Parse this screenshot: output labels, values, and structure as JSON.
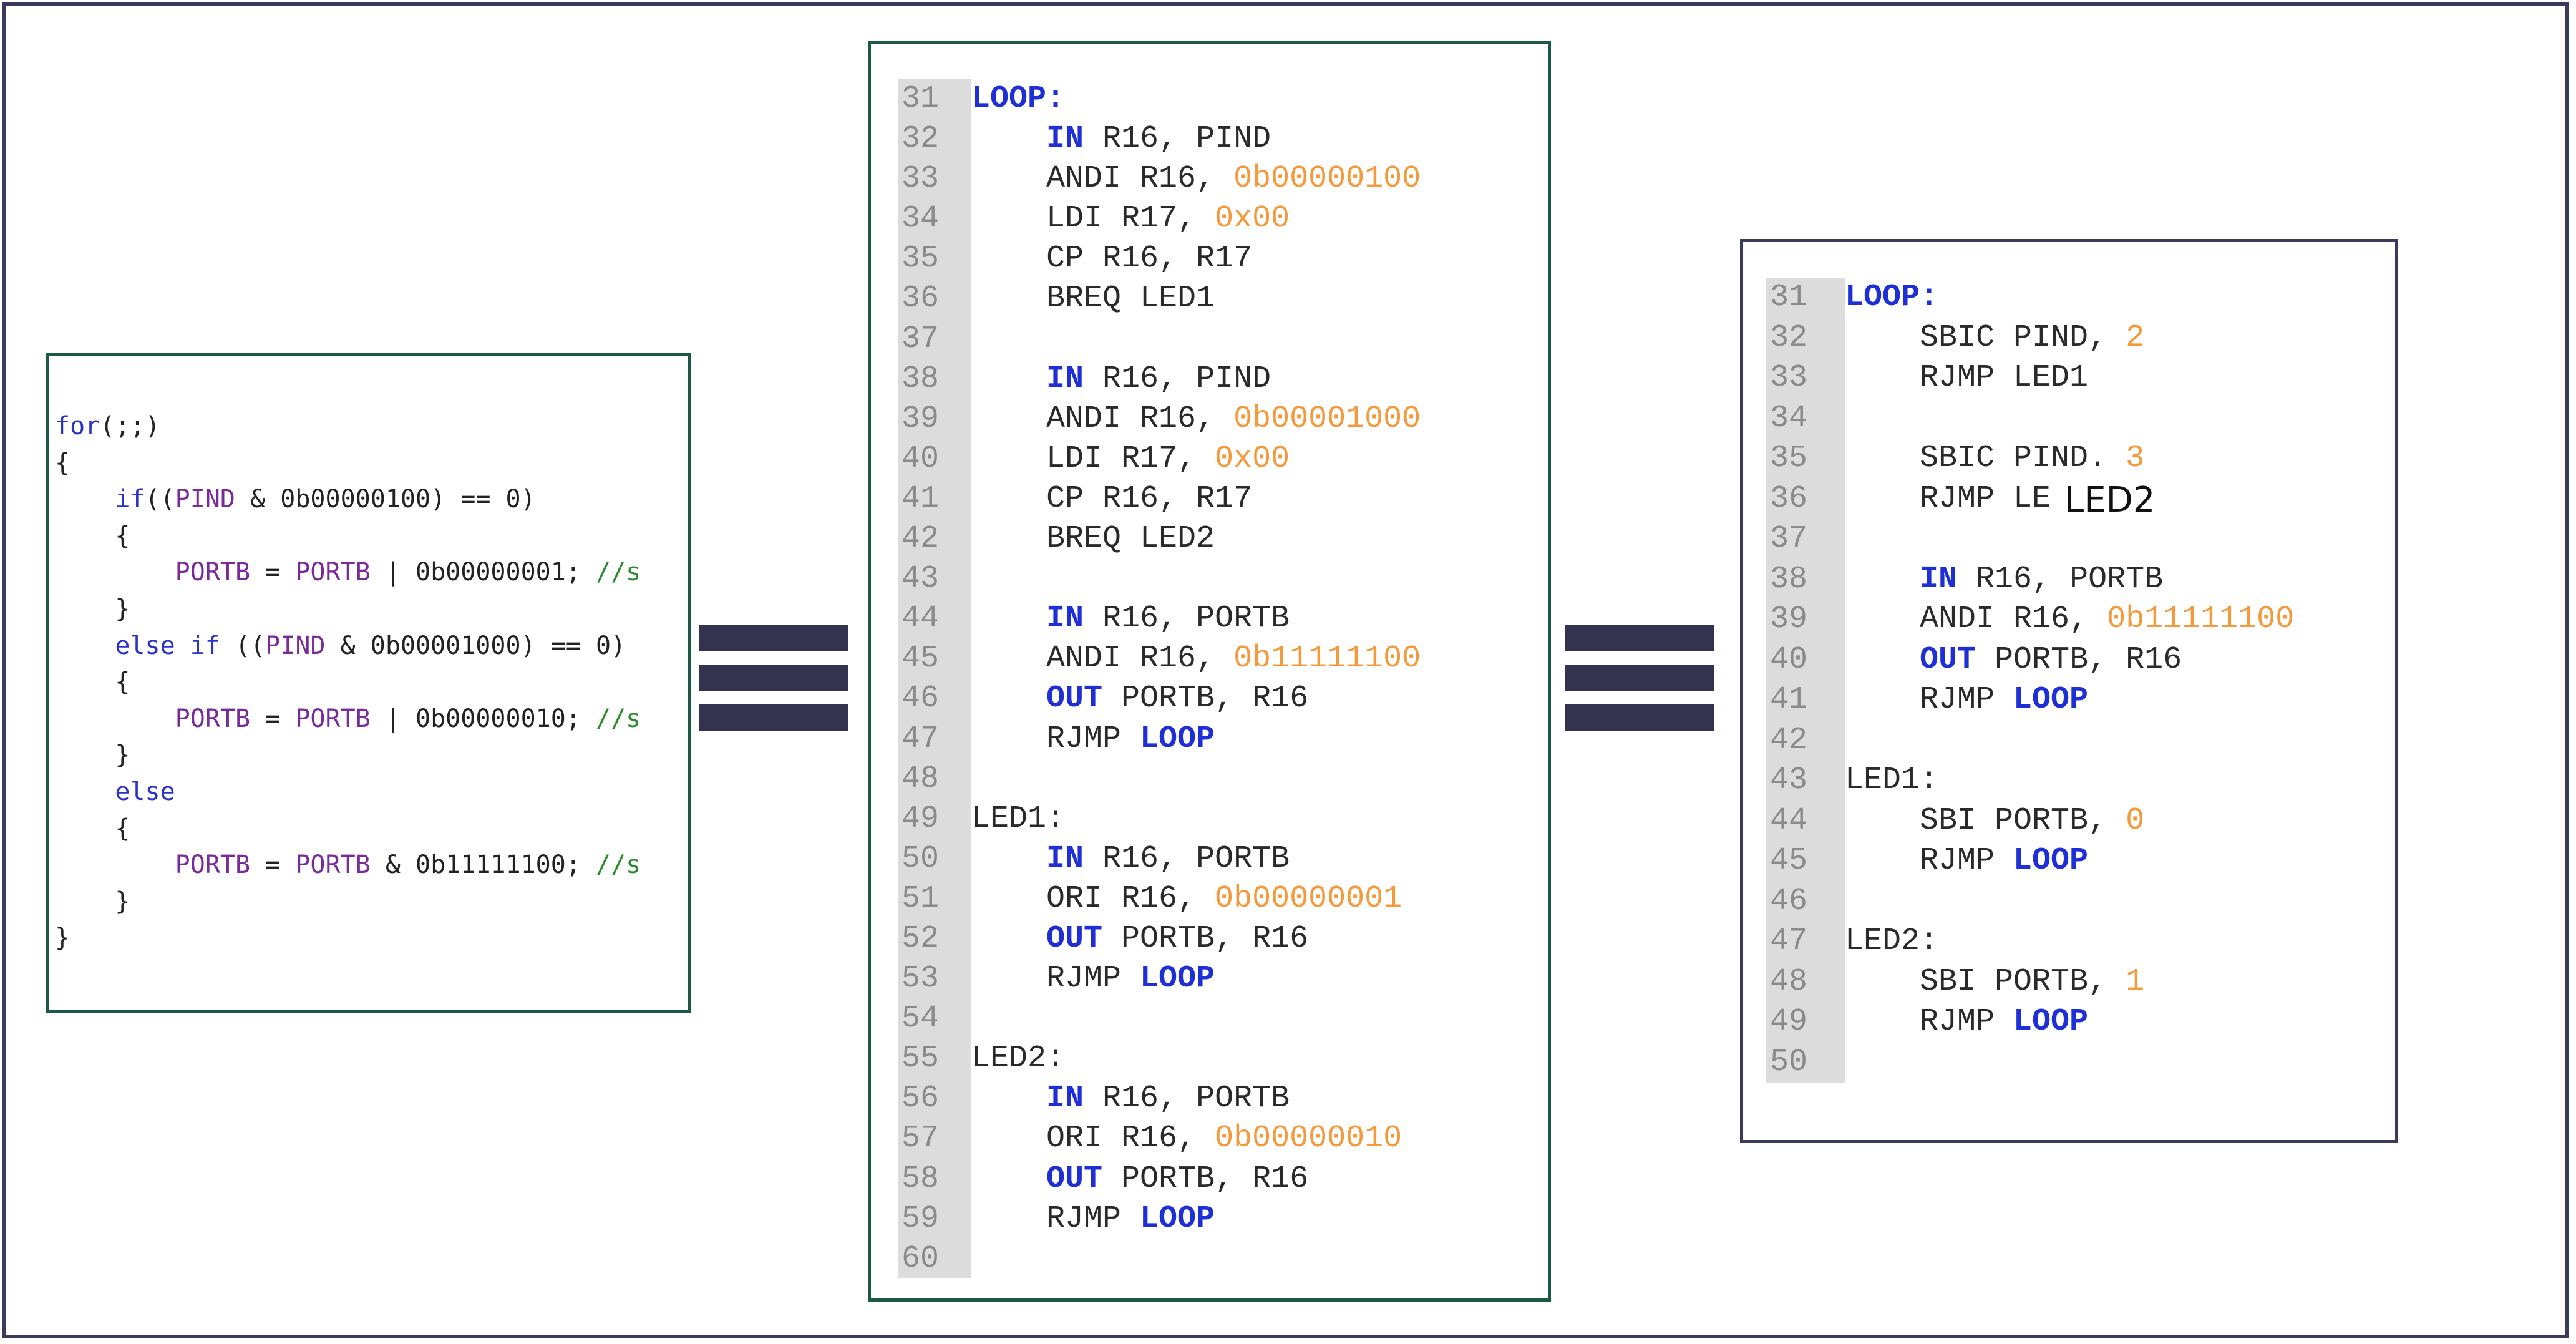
{
  "c_code": [
    [
      {
        "t": "for",
        "c": "kw"
      },
      {
        "t": "(;;)",
        "c": "pl"
      }
    ],
    [
      {
        "t": "{",
        "c": "pl"
      }
    ],
    [
      {
        "t": "    ",
        "c": "pl"
      },
      {
        "t": "if",
        "c": "kw"
      },
      {
        "t": "((",
        "c": "pl"
      },
      {
        "t": "PIND",
        "c": "id"
      },
      {
        "t": " & 0b00000100) == 0)",
        "c": "pl"
      }
    ],
    [
      {
        "t": "    {",
        "c": "pl"
      }
    ],
    [
      {
        "t": "        ",
        "c": "pl"
      },
      {
        "t": "PORTB",
        "c": "id"
      },
      {
        "t": " = ",
        "c": "pl"
      },
      {
        "t": "PORTB",
        "c": "id"
      },
      {
        "t": " | 0b00000001; ",
        "c": "pl"
      },
      {
        "t": "//s",
        "c": "cm"
      }
    ],
    [
      {
        "t": "    }",
        "c": "pl"
      }
    ],
    [
      {
        "t": "    ",
        "c": "pl"
      },
      {
        "t": "else if",
        "c": "kw"
      },
      {
        "t": " ((",
        "c": "pl"
      },
      {
        "t": "PIND",
        "c": "id"
      },
      {
        "t": " & 0b00001000) == 0)",
        "c": "pl"
      }
    ],
    [
      {
        "t": "    {",
        "c": "pl"
      }
    ],
    [
      {
        "t": "        ",
        "c": "pl"
      },
      {
        "t": "PORTB",
        "c": "id"
      },
      {
        "t": " = ",
        "c": "pl"
      },
      {
        "t": "PORTB",
        "c": "id"
      },
      {
        "t": " | 0b00000010; ",
        "c": "pl"
      },
      {
        "t": "//s",
        "c": "cm"
      }
    ],
    [
      {
        "t": "    }",
        "c": "pl"
      }
    ],
    [
      {
        "t": "    ",
        "c": "pl"
      },
      {
        "t": "else",
        "c": "kw"
      }
    ],
    [
      {
        "t": "    {",
        "c": "pl"
      }
    ],
    [
      {
        "t": "        ",
        "c": "pl"
      },
      {
        "t": "PORTB",
        "c": "id"
      },
      {
        "t": " = ",
        "c": "pl"
      },
      {
        "t": "PORTB",
        "c": "id"
      },
      {
        "t": " & 0b11111100; ",
        "c": "pl"
      },
      {
        "t": "//s",
        "c": "cm"
      }
    ],
    [
      {
        "t": "    }",
        "c": "pl"
      }
    ],
    [
      {
        "t": "}",
        "c": "pl"
      }
    ]
  ],
  "asm_mid": [
    {
      "n": "31",
      "toks": [
        {
          "t": "LOOP:",
          "c": "kw"
        }
      ]
    },
    {
      "n": "32",
      "toks": [
        {
          "t": "    ",
          "c": "pl"
        },
        {
          "t": "IN",
          "c": "kw"
        },
        {
          "t": " R16, PIND",
          "c": "pl"
        }
      ]
    },
    {
      "n": "33",
      "toks": [
        {
          "t": "    ANDI R16, ",
          "c": "pl"
        },
        {
          "t": "0b00000100",
          "c": "num"
        }
      ]
    },
    {
      "n": "34",
      "toks": [
        {
          "t": "    LDI R17, ",
          "c": "pl"
        },
        {
          "t": "0x00",
          "c": "num"
        }
      ]
    },
    {
      "n": "35",
      "toks": [
        {
          "t": "    CP R16, R17",
          "c": "pl"
        }
      ]
    },
    {
      "n": "36",
      "toks": [
        {
          "t": "    BREQ LED1",
          "c": "pl"
        }
      ]
    },
    {
      "n": "37",
      "toks": []
    },
    {
      "n": "38",
      "toks": [
        {
          "t": "    ",
          "c": "pl"
        },
        {
          "t": "IN",
          "c": "kw"
        },
        {
          "t": " R16, PIND",
          "c": "pl"
        }
      ]
    },
    {
      "n": "39",
      "toks": [
        {
          "t": "    ANDI R16, ",
          "c": "pl"
        },
        {
          "t": "0b00001000",
          "c": "num"
        }
      ]
    },
    {
      "n": "40",
      "toks": [
        {
          "t": "    LDI R17, ",
          "c": "pl"
        },
        {
          "t": "0x00",
          "c": "num"
        }
      ]
    },
    {
      "n": "41",
      "toks": [
        {
          "t": "    CP R16, R17",
          "c": "pl"
        }
      ]
    },
    {
      "n": "42",
      "toks": [
        {
          "t": "    BREQ LED2",
          "c": "pl"
        }
      ]
    },
    {
      "n": "43",
      "toks": []
    },
    {
      "n": "44",
      "toks": [
        {
          "t": "    ",
          "c": "pl"
        },
        {
          "t": "IN",
          "c": "kw"
        },
        {
          "t": " R16, PORTB",
          "c": "pl"
        }
      ]
    },
    {
      "n": "45",
      "toks": [
        {
          "t": "    ANDI R16, ",
          "c": "pl"
        },
        {
          "t": "0b11111100",
          "c": "num"
        }
      ]
    },
    {
      "n": "46",
      "toks": [
        {
          "t": "    ",
          "c": "pl"
        },
        {
          "t": "OUT",
          "c": "kw"
        },
        {
          "t": " PORTB, R16",
          "c": "pl"
        }
      ]
    },
    {
      "n": "47",
      "toks": [
        {
          "t": "    RJMP ",
          "c": "pl"
        },
        {
          "t": "LOOP",
          "c": "kw"
        }
      ]
    },
    {
      "n": "48",
      "toks": []
    },
    {
      "n": "49",
      "toks": [
        {
          "t": "LED1:",
          "c": "pl"
        }
      ]
    },
    {
      "n": "50",
      "toks": [
        {
          "t": "    ",
          "c": "pl"
        },
        {
          "t": "IN",
          "c": "kw"
        },
        {
          "t": " R16, PORTB",
          "c": "pl"
        }
      ]
    },
    {
      "n": "51",
      "toks": [
        {
          "t": "    ORI R16, ",
          "c": "pl"
        },
        {
          "t": "0b00000001",
          "c": "num"
        }
      ]
    },
    {
      "n": "52",
      "toks": [
        {
          "t": "    ",
          "c": "pl"
        },
        {
          "t": "OUT",
          "c": "kw"
        },
        {
          "t": " PORTB, R16",
          "c": "pl"
        }
      ]
    },
    {
      "n": "53",
      "toks": [
        {
          "t": "    RJMP ",
          "c": "pl"
        },
        {
          "t": "LOOP",
          "c": "kw"
        }
      ]
    },
    {
      "n": "54",
      "toks": []
    },
    {
      "n": "55",
      "toks": [
        {
          "t": "LED2:",
          "c": "pl"
        }
      ]
    },
    {
      "n": "56",
      "toks": [
        {
          "t": "    ",
          "c": "pl"
        },
        {
          "t": "IN",
          "c": "kw"
        },
        {
          "t": " R16, PORTB",
          "c": "pl"
        }
      ]
    },
    {
      "n": "57",
      "toks": [
        {
          "t": "    ORI R16, ",
          "c": "pl"
        },
        {
          "t": "0b00000010",
          "c": "num"
        }
      ]
    },
    {
      "n": "58",
      "toks": [
        {
          "t": "    ",
          "c": "pl"
        },
        {
          "t": "OUT",
          "c": "kw"
        },
        {
          "t": " PORTB, R16",
          "c": "pl"
        }
      ]
    },
    {
      "n": "59",
      "toks": [
        {
          "t": "    RJMP ",
          "c": "pl"
        },
        {
          "t": "LOOP",
          "c": "kw"
        }
      ]
    },
    {
      "n": "60",
      "toks": []
    }
  ],
  "asm_right": [
    {
      "n": "31",
      "toks": [
        {
          "t": "LOOP:",
          "c": "kw"
        }
      ]
    },
    {
      "n": "32",
      "toks": [
        {
          "t": "    SBIC PIND, ",
          "c": "pl"
        },
        {
          "t": "2",
          "c": "num"
        }
      ]
    },
    {
      "n": "33",
      "toks": [
        {
          "t": "    RJMP LED1",
          "c": "pl"
        }
      ]
    },
    {
      "n": "34",
      "toks": []
    },
    {
      "n": "35",
      "toks": [
        {
          "t": "    SBIC PIND. ",
          "c": "pl"
        },
        {
          "t": "3",
          "c": "num"
        }
      ]
    },
    {
      "n": "36",
      "toks": [
        {
          "t": "    RJMP LE",
          "c": "pl"
        }
      ]
    },
    {
      "n": "37",
      "toks": []
    },
    {
      "n": "38",
      "toks": [
        {
          "t": "    ",
          "c": "pl"
        },
        {
          "t": "IN",
          "c": "kw"
        },
        {
          "t": " R16, PORTB",
          "c": "pl"
        }
      ]
    },
    {
      "n": "39",
      "toks": [
        {
          "t": "    ANDI R16, ",
          "c": "pl"
        },
        {
          "t": "0b11111100",
          "c": "num"
        }
      ]
    },
    {
      "n": "40",
      "toks": [
        {
          "t": "    ",
          "c": "pl"
        },
        {
          "t": "OUT",
          "c": "kw"
        },
        {
          "t": " PORTB, R16",
          "c": "pl"
        }
      ]
    },
    {
      "n": "41",
      "toks": [
        {
          "t": "    RJMP ",
          "c": "pl"
        },
        {
          "t": "LOOP",
          "c": "kw"
        }
      ]
    },
    {
      "n": "42",
      "toks": []
    },
    {
      "n": "43",
      "toks": [
        {
          "t": "LED1:",
          "c": "pl"
        }
      ]
    },
    {
      "n": "44",
      "toks": [
        {
          "t": "    SBI PORTB, ",
          "c": "pl"
        },
        {
          "t": "0",
          "c": "num"
        }
      ]
    },
    {
      "n": "45",
      "toks": [
        {
          "t": "    RJMP ",
          "c": "pl"
        },
        {
          "t": "LOOP",
          "c": "kw"
        }
      ]
    },
    {
      "n": "46",
      "toks": []
    },
    {
      "n": "47",
      "toks": [
        {
          "t": "LED2:",
          "c": "pl"
        }
      ]
    },
    {
      "n": "48",
      "toks": [
        {
          "t": "    SBI PORTB, ",
          "c": "pl"
        },
        {
          "t": "1",
          "c": "num"
        }
      ]
    },
    {
      "n": "49",
      "toks": [
        {
          "t": "    RJMP ",
          "c": "pl"
        },
        {
          "t": "LOOP",
          "c": "kw"
        }
      ]
    },
    {
      "n": "50",
      "toks": []
    }
  ],
  "overlay_label": "LED2",
  "colors": {
    "frame_border": "#3a3a5c",
    "panel_border_green": "#1d5a44",
    "asm_keyword": "#1f2fd6",
    "asm_number": "#f59a3c",
    "c_keyword": "#2b33c4",
    "c_identifier": "#7a2b9a",
    "c_comment": "#2e8b2e",
    "equals_bar": "#33334f",
    "gutter": "#dcdcdc"
  },
  "icons": [
    "equals-sign-icon",
    "equals-sign-icon"
  ]
}
